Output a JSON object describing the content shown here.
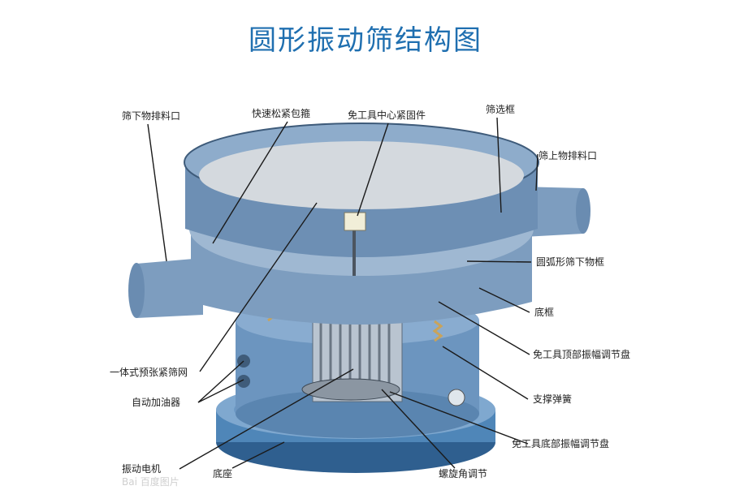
{
  "title": "圆形振动筛结构图",
  "labels": {
    "bottom_discharge": "筛下物排料口",
    "quick_clamp": "快速松紧包箍",
    "tool_free_fastener": "免工具中心紧固件",
    "screen_frame": "筛选框",
    "top_discharge": "筛上物排料口",
    "arc_lower_frame": "圆弧形筛下物框",
    "base_frame": "底框",
    "top_amplitude_disc": "免工具顶部振幅调节盘",
    "integrated_mesh": "一体式预张紧筛网",
    "support_spring": "支撑弹簧",
    "auto_oiler": "自动加油器",
    "bottom_amplitude_disc": "免工具底部振幅调节盘",
    "vibration_motor": "振动电机",
    "base": "底座",
    "helix_angle": "螺旋角调节"
  },
  "watermark": "Bai 百度图片",
  "colors": {
    "title": "#1f6fb0",
    "body_outer": "#6d8fb4",
    "body_inner": "#9fb8d2",
    "mesh": "#c9d0d6",
    "base": "#4f86b8",
    "leader": "#1a1a1a"
  }
}
